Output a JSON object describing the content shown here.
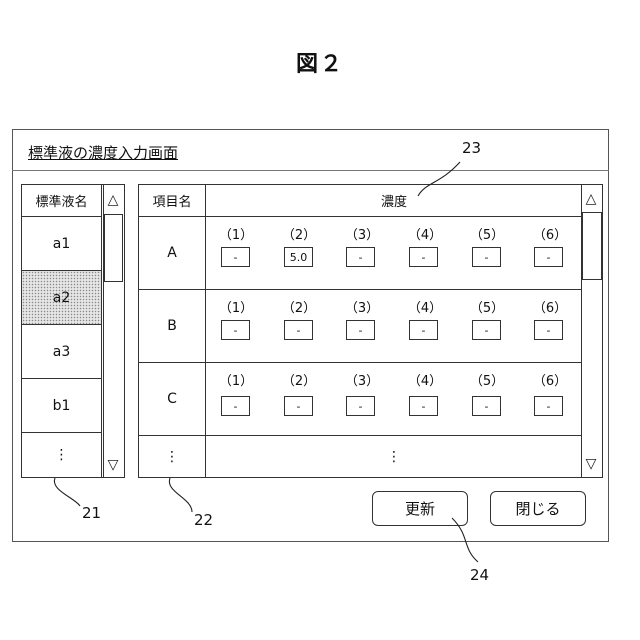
{
  "figure_title": "図２",
  "window": {
    "title": "標準液の濃度入力画面"
  },
  "standards_list": {
    "header": "標準液名",
    "items": [
      "a1",
      "a2",
      "a3",
      "b1",
      "⋮"
    ],
    "selected": "a2"
  },
  "concentration_table": {
    "headers": {
      "item": "項目名",
      "concentration": "濃度"
    },
    "columns": [
      "（1）",
      "（2）",
      "（3）",
      "（4）",
      "（5）",
      "（6）"
    ],
    "rows": [
      {
        "item": "A",
        "values": [
          "-",
          "5.0",
          "-",
          "-",
          "-",
          "-"
        ]
      },
      {
        "item": "B",
        "values": [
          "-",
          "-",
          "-",
          "-",
          "-",
          "-"
        ]
      },
      {
        "item": "C",
        "values": [
          "-",
          "-",
          "-",
          "-",
          "-",
          "-"
        ]
      }
    ],
    "more_rows": "⋮",
    "more_values": "⋮"
  },
  "scroll_arrows": {
    "up": "△",
    "down": "▽"
  },
  "buttons": {
    "update": "更新",
    "close": "閉じる"
  },
  "reference_numerals": {
    "list": "21",
    "item_column": "22",
    "concentration_header": "23",
    "update_button": "24"
  }
}
